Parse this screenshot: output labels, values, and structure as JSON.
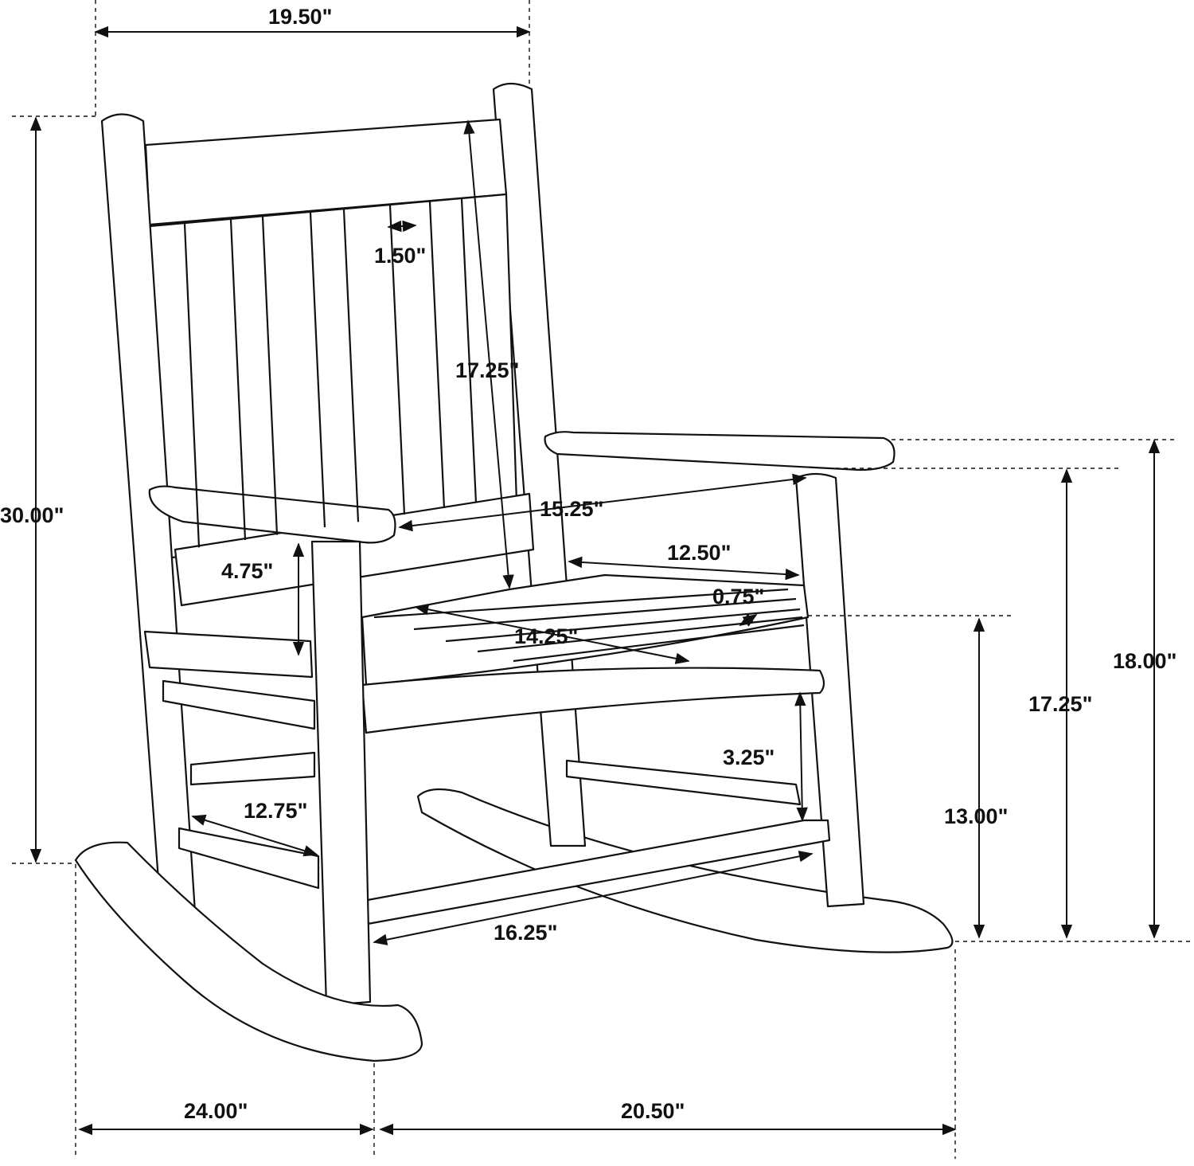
{
  "title": "Rocking chair dimensions",
  "dimensions": {
    "overall_width": "19.50\"",
    "overall_height": "30.00\"",
    "slat_width": "1.50\"",
    "backrest_height": "17.25\"",
    "arm_length": "15.25\"",
    "seat_width": "12.50\"",
    "seat_thickness": "0.75\"",
    "arm_to_seat": "4.75\"",
    "seat_depth": "14.25\"",
    "stretcher_gap": "3.25\"",
    "side_stretcher": "12.75\"",
    "front_stretcher": "16.25\"",
    "seat_height": "13.00\"",
    "arm_height_low": "17.25\"",
    "arm_height_top": "18.00\"",
    "rocker_length": "24.00\"",
    "depth": "20.50\""
  }
}
